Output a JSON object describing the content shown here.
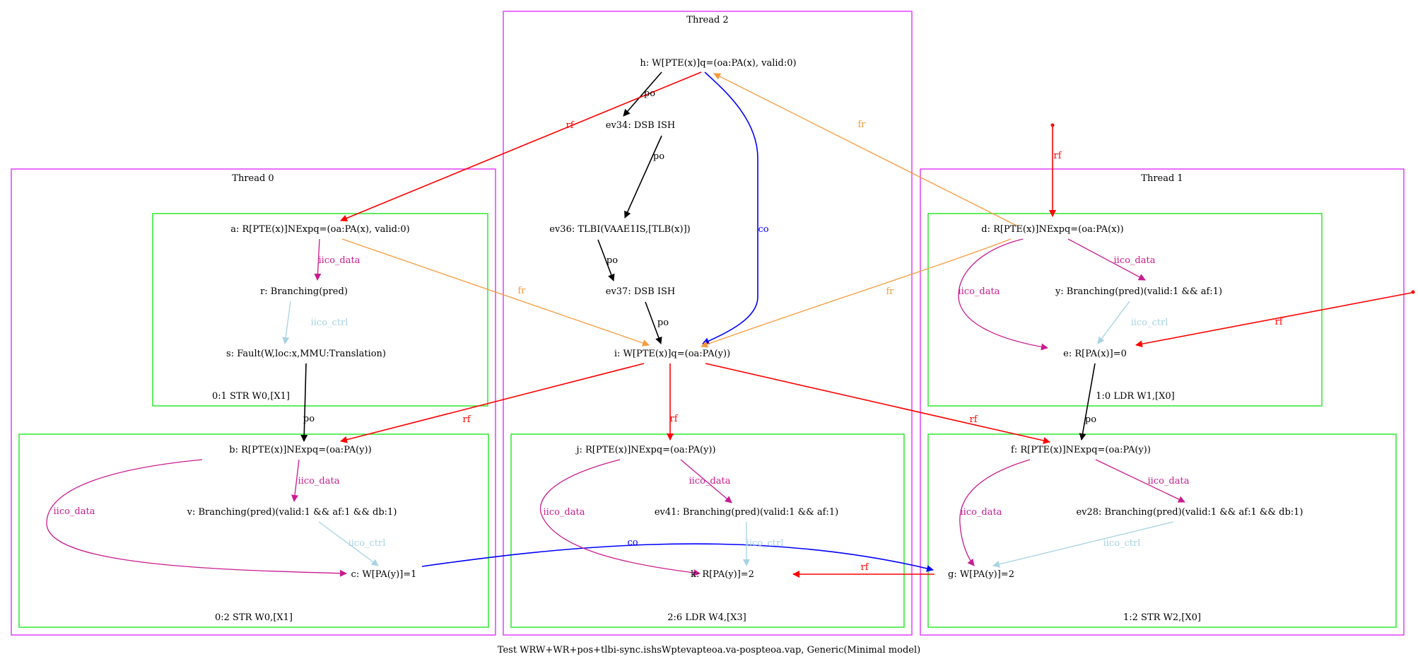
{
  "caption": "Test WRW+WR+pos+tlbi-sync.ishsWptevapteoa.va-pospteoa.vap, Generic(Minimal model)",
  "colors": {
    "thread_border": "#e040fb",
    "instr_border": "#2ee82e",
    "po": "#000000",
    "rf": "#ff0000",
    "fr": "#f79a3c",
    "co": "#0000ff",
    "iico_data": "#c91b8f",
    "iico_ctrl": "#a8d3e3"
  },
  "threads": [
    {
      "id": "t2",
      "label": "Thread 2"
    },
    {
      "id": "t0",
      "label": "Thread 0"
    },
    {
      "id": "t1",
      "label": "Thread 1"
    }
  ],
  "instructions": [
    {
      "id": "i01",
      "label": "0:1 STR W0,[X1]"
    },
    {
      "id": "i02",
      "label": "0:2 STR W0,[X1]"
    },
    {
      "id": "i26",
      "label": "2:6 LDR W4,[X3]"
    },
    {
      "id": "i10",
      "label": "1:0 LDR W1,[X0]"
    },
    {
      "id": "i12",
      "label": "1:2 STR W2,[X0]"
    }
  ],
  "nodes": [
    {
      "id": "h",
      "label": "h: W[PTE(x)]q=(oa:PA(x), valid:0)"
    },
    {
      "id": "ev34",
      "label": "ev34: DSB ISH"
    },
    {
      "id": "ev36",
      "label": "ev36: TLBI(VAAE1IS,[TLB(x)])"
    },
    {
      "id": "ev37",
      "label": "ev37: DSB ISH"
    },
    {
      "id": "i",
      "label": "i: W[PTE(x)]q=(oa:PA(y))"
    },
    {
      "id": "a",
      "label": "a: R[PTE(x)]NExpq=(oa:PA(x), valid:0)"
    },
    {
      "id": "r",
      "label": "r: Branching(pred)"
    },
    {
      "id": "s",
      "label": "s: Fault(W,loc:x,MMU:Translation)"
    },
    {
      "id": "b",
      "label": "b: R[PTE(x)]NExpq=(oa:PA(y))"
    },
    {
      "id": "v",
      "label": "v: Branching(pred)(valid:1 && af:1 && db:1)"
    },
    {
      "id": "c",
      "label": "c: W[PA(y)]=1"
    },
    {
      "id": "j",
      "label": "j: R[PTE(x)]NExpq=(oa:PA(y))"
    },
    {
      "id": "ev41",
      "label": "ev41: Branching(pred)(valid:1 && af:1)"
    },
    {
      "id": "k",
      "label": "k: R[PA(y)]=2"
    },
    {
      "id": "d",
      "label": "d: R[PTE(x)]NExpq=(oa:PA(x))"
    },
    {
      "id": "y",
      "label": "y: Branching(pred)(valid:1 && af:1)"
    },
    {
      "id": "e",
      "label": "e: R[PA(x)]=0"
    },
    {
      "id": "f",
      "label": "f: R[PTE(x)]NExpq=(oa:PA(y))"
    },
    {
      "id": "ev28",
      "label": "ev28: Branching(pred)(valid:1 && af:1 && db:1)"
    },
    {
      "id": "g",
      "label": "g: W[PA(y)]=2"
    }
  ],
  "edges": [
    {
      "id": "h-ev34",
      "kind": "po",
      "label": "po"
    },
    {
      "id": "ev34-ev36",
      "kind": "po",
      "label": "po"
    },
    {
      "id": "ev36-ev37",
      "kind": "po",
      "label": "po"
    },
    {
      "id": "ev37-i",
      "kind": "po",
      "label": "po"
    },
    {
      "id": "h-i",
      "kind": "co",
      "label": "co"
    },
    {
      "id": "h-a",
      "kind": "rf",
      "label": "rf"
    },
    {
      "id": "a-r",
      "kind": "iico_data",
      "label": "iico_data"
    },
    {
      "id": "r-s",
      "kind": "iico_ctrl",
      "label": "iico_ctrl"
    },
    {
      "id": "a-i",
      "kind": "fr",
      "label": "fr"
    },
    {
      "id": "s-b",
      "kind": "po",
      "label": "po"
    },
    {
      "id": "i-b",
      "kind": "rf",
      "label": "rf"
    },
    {
      "id": "b-v",
      "kind": "iico_data",
      "label": "iico_data"
    },
    {
      "id": "b-c",
      "kind": "iico_data",
      "label": "iico_data"
    },
    {
      "id": "v-c",
      "kind": "iico_ctrl",
      "label": "iico_ctrl"
    },
    {
      "id": "c-g",
      "kind": "co",
      "label": "co"
    },
    {
      "id": "i-j",
      "kind": "rf",
      "label": "rf"
    },
    {
      "id": "j-ev41",
      "kind": "iico_data",
      "label": "iico_data"
    },
    {
      "id": "j-k",
      "kind": "iico_data",
      "label": "iico_data"
    },
    {
      "id": "ev41-k",
      "kind": "iico_ctrl",
      "label": "iico_ctrl"
    },
    {
      "id": "g-k",
      "kind": "rf",
      "label": "rf"
    },
    {
      "id": "d-h",
      "kind": "fr",
      "label": "fr"
    },
    {
      "id": "d-i",
      "kind": "fr",
      "label": "fr"
    },
    {
      "id": "init-d",
      "kind": "rf",
      "label": "rf"
    },
    {
      "id": "init-e",
      "kind": "rf",
      "label": "rf"
    },
    {
      "id": "d-y",
      "kind": "iico_data",
      "label": "iico_data"
    },
    {
      "id": "d-e",
      "kind": "iico_data",
      "label": "iico_data"
    },
    {
      "id": "y-e",
      "kind": "iico_ctrl",
      "label": "iico_ctrl"
    },
    {
      "id": "e-f",
      "kind": "po",
      "label": "po"
    },
    {
      "id": "i-f",
      "kind": "rf",
      "label": "rf"
    },
    {
      "id": "f-ev28",
      "kind": "iico_data",
      "label": "iico_data"
    },
    {
      "id": "f-g",
      "kind": "iico_data",
      "label": "iico_data"
    },
    {
      "id": "ev28-g",
      "kind": "iico_ctrl",
      "label": "iico_ctrl"
    }
  ]
}
